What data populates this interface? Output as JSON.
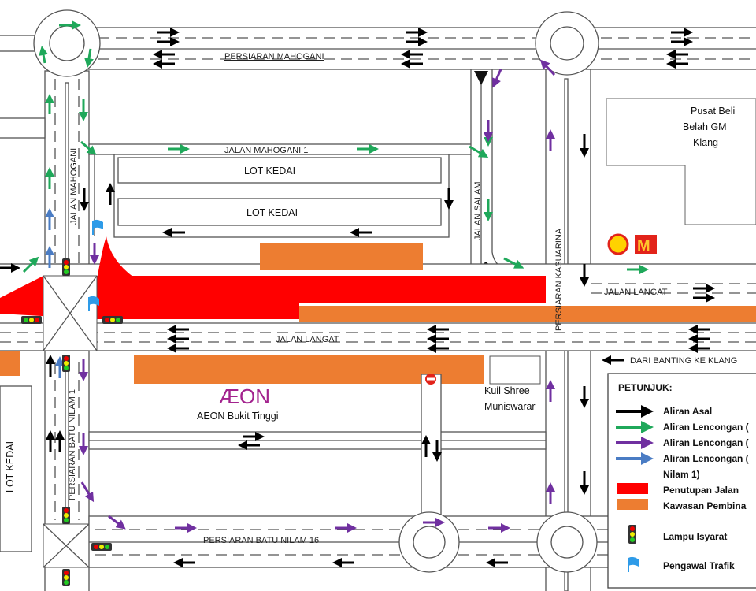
{
  "roads": {
    "persiaran_mahogani": "PERSIARAN MAHOGANI",
    "jalan_mahogani": "JALAN MAHOGANI",
    "jalan_mahogani_1": "JALAN MAHOGANI 1",
    "jalan_salam": "JALAN SALAM",
    "persiaran_kasuarina": "PERSIARAN KASUARINA",
    "jalan_langat_east": "JALAN LANGAT",
    "jalan_langat": "JALAN LANGAT",
    "persiaran_batu_nilam_1": "PERSIARAN BATU NILAM 1",
    "persiaran_batu_nilam_16": "PERSIARAN BATU NILAM 16",
    "dari_banting": "DARI BANTING KE KLANG"
  },
  "places": {
    "lot_kedai_1": "LOT KEDAI",
    "lot_kedai_2": "LOT KEDAI",
    "lot_kedai_3": "LOT KEDAI",
    "gm_line1": "Pusat Beli",
    "gm_line2": "Belah GM",
    "gm_line3": "Klang",
    "aeon_logo": "ÆON",
    "aeon": "AEON Bukit Tinggi",
    "kuil_line1": "Kuil Shree",
    "kuil_line2": "Muniswarar"
  },
  "legend": {
    "title": "PETUNJUK:",
    "items": [
      {
        "label": "Aliran Asal",
        "color": "#000000"
      },
      {
        "label": "Aliran Lencongan (",
        "color": "#1fa85a"
      },
      {
        "label": "Aliran Lencongan (",
        "color": "#7030a0"
      },
      {
        "label": "Aliran Lencongan (",
        "color": "#4a7cc4"
      },
      {
        "label": "Nilam 1)"
      },
      {
        "label": "Penutupan Jalan",
        "color": "#ff0000"
      },
      {
        "label": "Kawasan Pembina",
        "color": "#ed7d31"
      },
      {
        "label": "Lampu Isyarat"
      },
      {
        "label": "Pengawal Trafik",
        "color": "#2e9be8"
      }
    ]
  }
}
